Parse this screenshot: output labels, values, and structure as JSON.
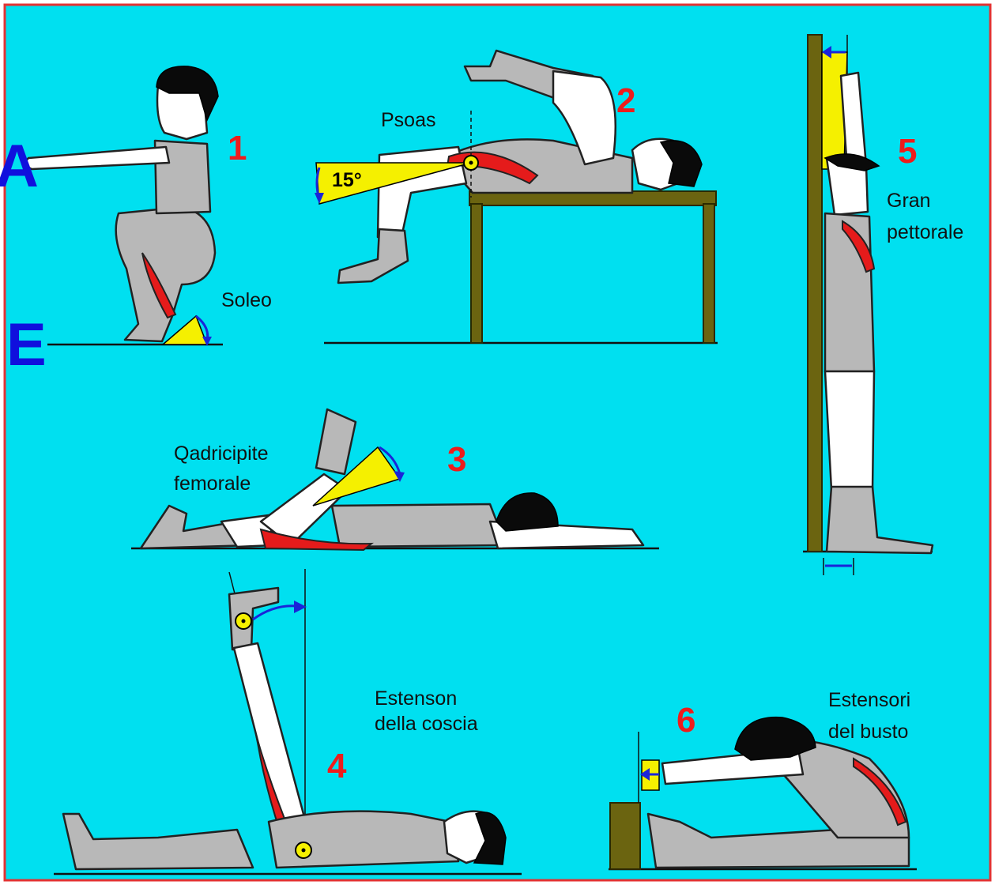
{
  "colors": {
    "background": "#00e0f0",
    "border": "#e33333",
    "muscle": "#e51b1b",
    "wedge": "#f5f000",
    "numbers": "#ee1c1c",
    "big_letters": "#1010dd",
    "wood": "#6b6410"
  },
  "side_letters": {
    "top": "A",
    "bottom": "E"
  },
  "exercises": [
    {
      "number": "1",
      "label_line1": "Soleo",
      "label_line2": ""
    },
    {
      "number": "2",
      "label_line1": "Psoas",
      "label_line2": "",
      "angle": "15°"
    },
    {
      "number": "3",
      "label_line1": "Qadricipite",
      "label_line2": "femorale"
    },
    {
      "number": "4",
      "label_line1": "Estenson",
      "label_line2": "della coscia"
    },
    {
      "number": "5",
      "label_line1": "Gran",
      "label_line2": "pettorale"
    },
    {
      "number": "6",
      "label_line1": "Estensori",
      "label_line2": "del busto"
    }
  ]
}
